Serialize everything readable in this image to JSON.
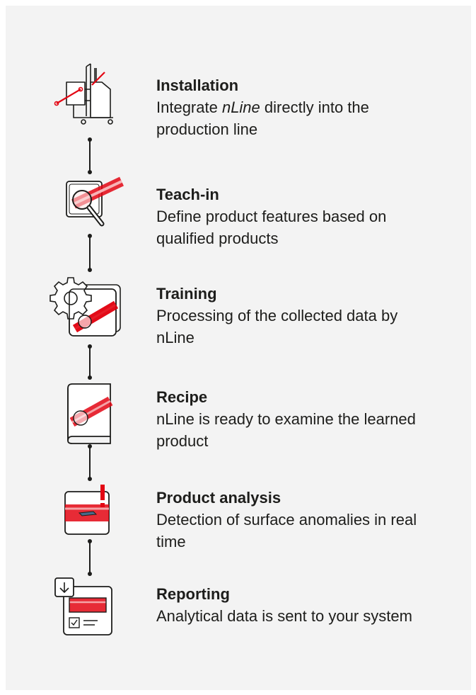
{
  "steps": [
    {
      "icon": "installation-icon",
      "title": "Installation",
      "desc_before": "Integrate ",
      "desc_em": "nLine",
      "desc_after": " directly into the production line"
    },
    {
      "icon": "teach-in-magnifier-icon",
      "title": "Teach-in",
      "desc": "Define product features based on qualified products"
    },
    {
      "icon": "training-gear-icon",
      "title": "Training",
      "desc": "Processing of the collected data by nLine"
    },
    {
      "icon": "recipe-book-icon",
      "title": "Recipe",
      "desc": "nLine is ready to examine the learned product"
    },
    {
      "icon": "product-analysis-alert-icon",
      "title": "Product analysis",
      "desc": "Detection of surface anomalies in real time"
    },
    {
      "icon": "reporting-document-icon",
      "title": "Reporting",
      "desc": "Analytical data is sent to your system"
    }
  ],
  "colors": {
    "accent": "#e30613",
    "line": "#1d1d1b",
    "panel": "#f3f3f3"
  }
}
